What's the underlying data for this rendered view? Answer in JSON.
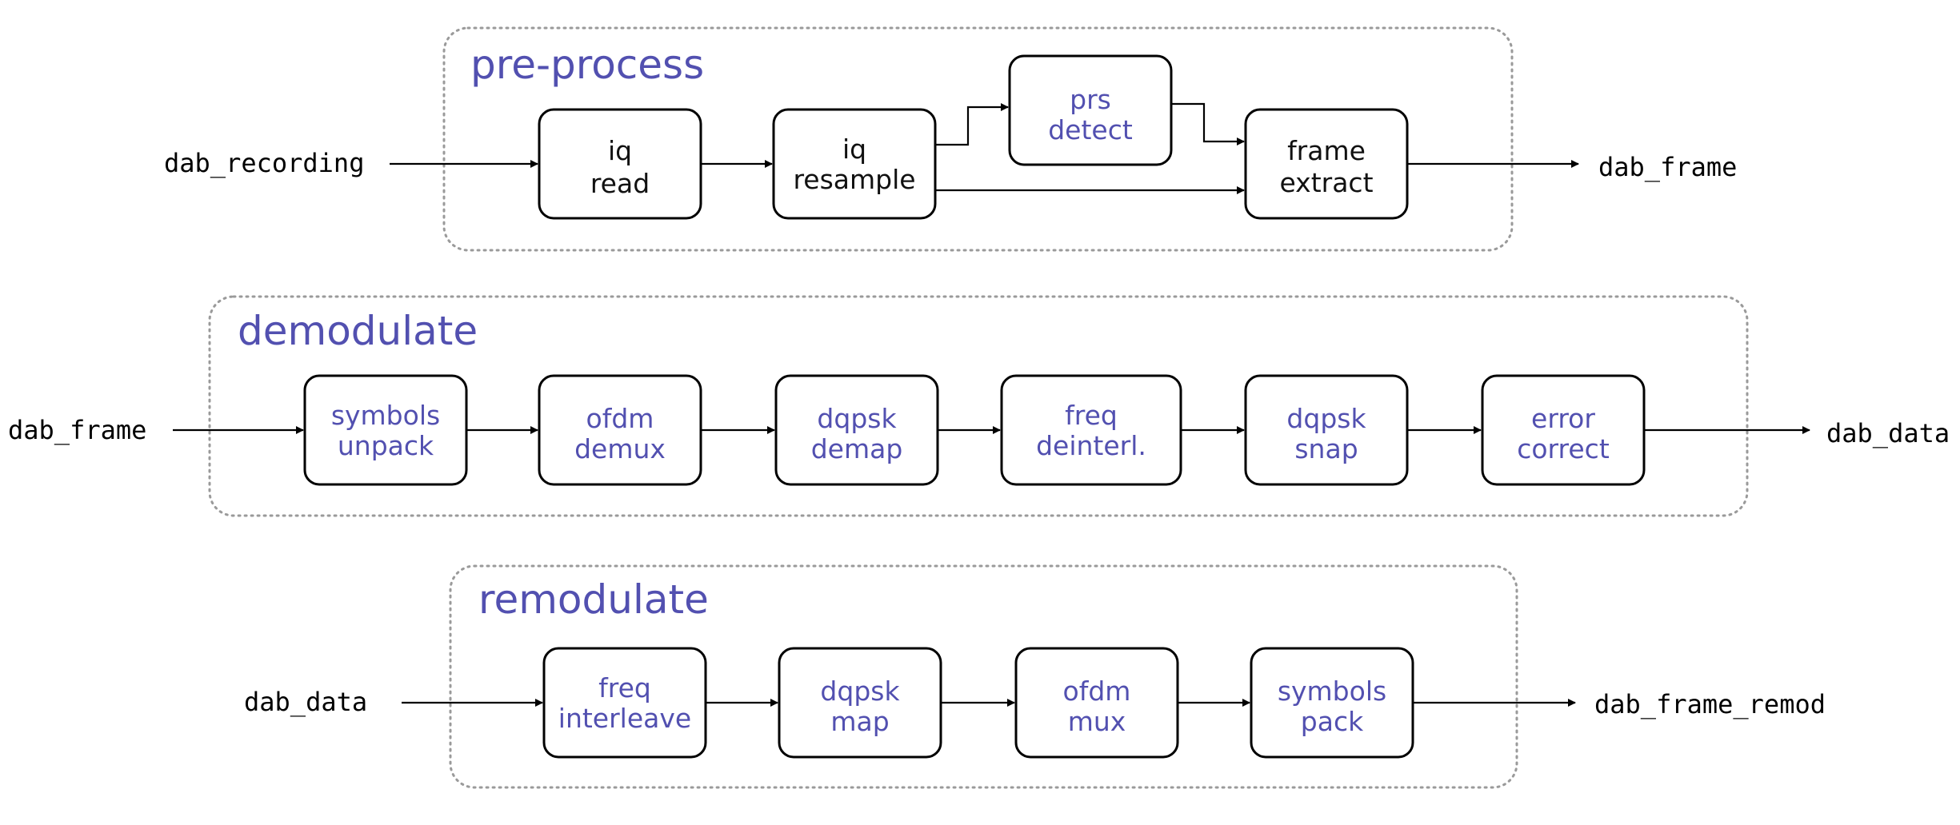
{
  "diagram": {
    "groups": [
      {
        "title": "pre-process"
      },
      {
        "title": "demodulate"
      },
      {
        "title": "remodulate"
      }
    ],
    "io_labels": {
      "dab_recording_in": "dab_recording",
      "dab_frame_out": "dab_frame",
      "dab_frame_in": "dab_frame",
      "dab_data_out": "dab_data",
      "dab_data_in": "dab_data",
      "dab_frame_remod_out": "dab_frame_remod"
    },
    "blocks": {
      "iq_read": [
        "iq",
        "read"
      ],
      "iq_resample": [
        "iq",
        "resample"
      ],
      "prs_detect": [
        "prs",
        "detect"
      ],
      "frame_extract": [
        "frame",
        "extract"
      ],
      "symbols_unpack": [
        "symbols",
        "unpack"
      ],
      "ofdm_demux": [
        "ofdm",
        "demux"
      ],
      "dqpsk_demap": [
        "dqpsk",
        "demap"
      ],
      "freq_deinterl": [
        "freq",
        "deinterl."
      ],
      "dqpsk_snap": [
        "dqpsk",
        "snap"
      ],
      "error_correct": [
        "error",
        "correct"
      ],
      "freq_interleave": [
        "freq",
        "interleave"
      ],
      "dqpsk_map": [
        "dqpsk",
        "map"
      ],
      "ofdm_mux": [
        "ofdm",
        "mux"
      ],
      "symbols_pack": [
        "symbols",
        "pack"
      ]
    },
    "colors": {
      "implemented_text": "#111111",
      "highlight_text": "#5250b0",
      "group_border": "#9a9a9a"
    }
  }
}
